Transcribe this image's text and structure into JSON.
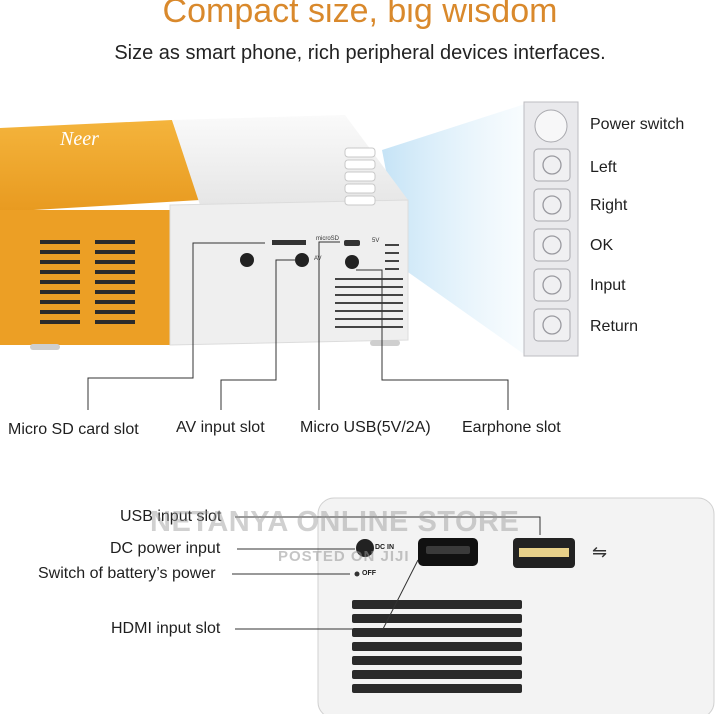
{
  "header": {
    "title": "Compact size, big wisdom",
    "subtitle": "Size as smart phone, rich peripheral devices interfaces."
  },
  "projector": {
    "brand": "Neer",
    "port_labels": {
      "microsd": "microSD",
      "av": "AV",
      "dc": "5V"
    }
  },
  "button_panel": {
    "labels": [
      "Power switch",
      "Left",
      "Right",
      "OK",
      "Input",
      "Return"
    ]
  },
  "bottom_callouts": [
    "Micro SD card slot",
    "AV input slot",
    "Micro USB(5V/2A)",
    "Earphone slot"
  ],
  "rear_panel": {
    "labels": [
      "USB input slot",
      "DC power input",
      "Switch of battery’s power",
      "HDMI input slot"
    ],
    "small": {
      "dc_in": "DC IN",
      "off": "OFF"
    }
  },
  "watermark": {
    "line1": "NETANYA ONLINE STORE",
    "line2": "POSTED ON JIJI"
  },
  "colors": {
    "accent": "#d9892c",
    "orange_body": "#f0a52a",
    "white_body": "#f2f2f2"
  }
}
